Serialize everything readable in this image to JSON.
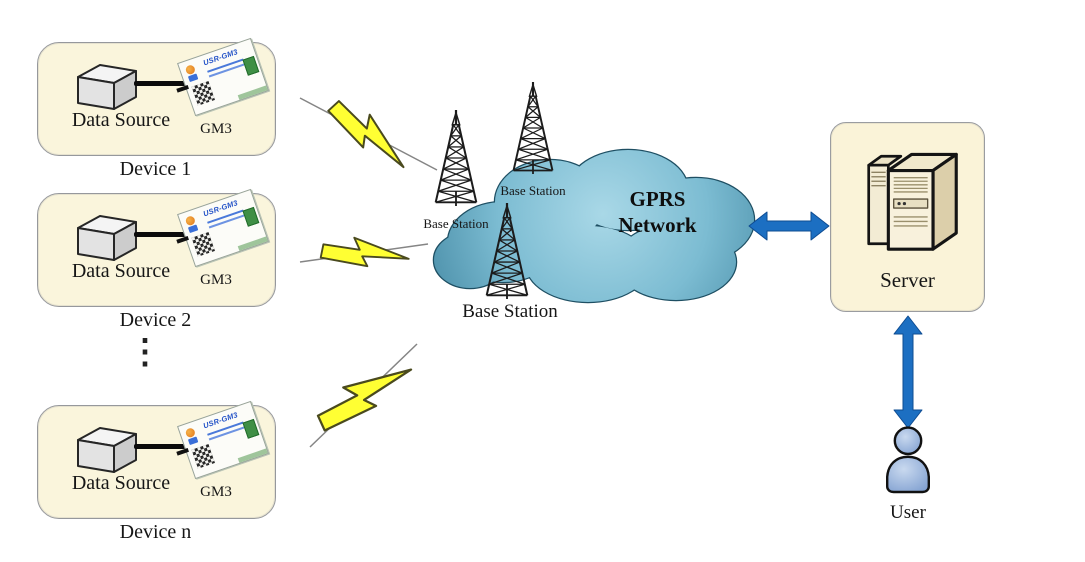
{
  "devices": [
    {
      "label": "Device 1",
      "data_source_label": "Data Source",
      "module_label": "GM3",
      "module_name": "USR-GM3"
    },
    {
      "label": "Device 2",
      "data_source_label": "Data Source",
      "module_label": "GM3",
      "module_name": "USR-GM3"
    },
    {
      "label": "Device n",
      "data_source_label": "Data Source",
      "module_label": "GM3",
      "module_name": "USR-GM3"
    }
  ],
  "ellipsis": "⋮",
  "base_stations": {
    "left_label": "Base Station",
    "right_label": "Base Station",
    "main_label": "Base Station"
  },
  "cloud": {
    "line1": "GPRS",
    "line2": "Network"
  },
  "server": {
    "label": "Server"
  },
  "user": {
    "label": "User"
  },
  "colors": {
    "device_box_fill": "#faf5dc",
    "device_box_border": "#96989c",
    "cloud_fill_light": "#a9d8e7",
    "cloud_fill_dark": "#4b8fa9",
    "cloud_stroke": "#1e4f63",
    "arrow_blue": "#1c6fc2",
    "bolt_yellow": "#ffff33"
  }
}
